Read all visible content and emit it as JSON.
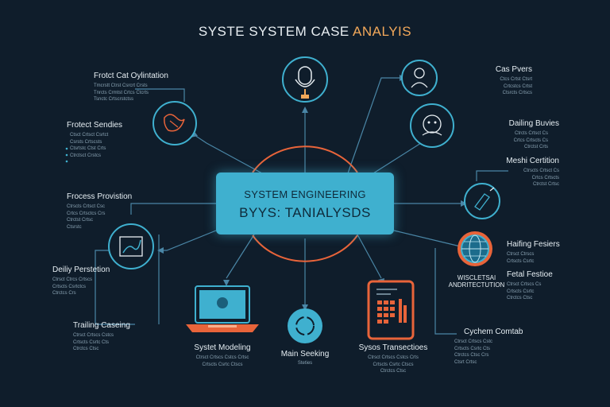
{
  "title": {
    "prefix": "SYSTE SYSTEM CASE ",
    "accent": "ANALYIS"
  },
  "hub": {
    "line1": "SYSTEM ENGINEERING",
    "line2": "BYYS: TANIALYSDS"
  },
  "nodes": {
    "cost_optimization": {
      "title": "Frotct Cat Oylintation",
      "sub": [
        "Tmcrstt Ctrst Csrcrt Crsts",
        "Tnrcts Crmtst Crtcs Ctcrts",
        "Tsnctc Crtscrstctss"
      ]
    },
    "frotect_sendies": {
      "title": "Frotect Sendies",
      "sub": [
        "Ctsct Crtsct Csrtct",
        "Csrsts Crtscsts",
        "Ctsrtstc Ctst Crts",
        "Ctrctsct Crstcs"
      ]
    },
    "process_provision": {
      "title": "Frocess Provistion",
      "sub": [
        "Ctrscts Crtsct Csc",
        "Crtcs Crtsctcs Crs",
        "Ctrctst Crtsc",
        "Ctsrstc"
      ]
    },
    "deliy_perstetion": {
      "title": "Deiliy Perstetion",
      "sub": [
        "Ctrsct Ctrcs Crtscs",
        "Crtscts Csrtctcs",
        "Ctrctcs Crs"
      ]
    },
    "trailing_cassing": {
      "title": "Trailing Caseing",
      "sub": [
        "Ctrsct Crtscs Cstcs",
        "Crtscts Csrtc Cts",
        "Ctrctcs Ctsc"
      ]
    },
    "cas_pvers": {
      "title": "Cas Pvers",
      "sub": [
        "Ctcs Crtst Ctsrt",
        "Crtcstcs Crtst",
        "Ctsrcts Crtscs"
      ]
    },
    "dailing_buvies": {
      "title": "Dailing Buvies",
      "sub": [
        "Ctrcts Crtsct Cs",
        "Crtcs Crtscts Cs",
        "Ctrctst Crts"
      ]
    },
    "meshi_certition": {
      "title": "Meshi Certition",
      "sub": [
        "Ctrscts Crtsct Cs",
        "Crtcs Crtscts",
        "Ctrctst Crtsc"
      ]
    },
    "haifing_fesiers": {
      "title": "Haifing Fesiers",
      "sub": [
        "Ctrsct Ctrscs",
        "Crtscts Csrtc"
      ]
    },
    "fetal_festioe": {
      "title": "Fetal Festioe",
      "sub": [
        "Ctrsct Crtscs Cs",
        "Crtscts Csrtc",
        "Ctrctcs Ctsc"
      ]
    },
    "cychem_comtab": {
      "title": "Cychem Comtab",
      "sub": [
        "Ctrsct Crtscs Cstc",
        "Crtscts Csrtc Cts",
        "Ctrctcs Ctsc Crs",
        "Ctsrt Crtsc"
      ]
    },
    "system_modeling": {
      "title": "Systet Modeling",
      "sub": [
        "Ctrsct Crtscs Cstcs Crtsc",
        "Crtscts Csrtc Ctscs"
      ]
    },
    "main_seeking": {
      "title": "Main Seeking",
      "sub": [
        "Steties"
      ]
    },
    "sysos_transectioes": {
      "title": "Sysos Transectioes",
      "sub": [
        "Ctrsct Crtscs Cstcs Crts",
        "Crtscts Csrtc Ctscs",
        "Ctrctcs Ctsc"
      ]
    },
    "architecture": {
      "line1": "WISCLETSAI",
      "line2": "ANDRITECTUTION"
    }
  },
  "icons": [
    "microphone-icon",
    "person-icon",
    "face-icon",
    "hand-icon",
    "tool-icon",
    "pen-tool-icon",
    "globe-icon",
    "laptop-icon",
    "refresh-icon",
    "tablet-chart-icon"
  ],
  "colors": {
    "background": "#0f1d2b",
    "accent_cyan": "#3fb0cf",
    "accent_orange": "#e8643a",
    "hub_glow": "#e8643a"
  }
}
